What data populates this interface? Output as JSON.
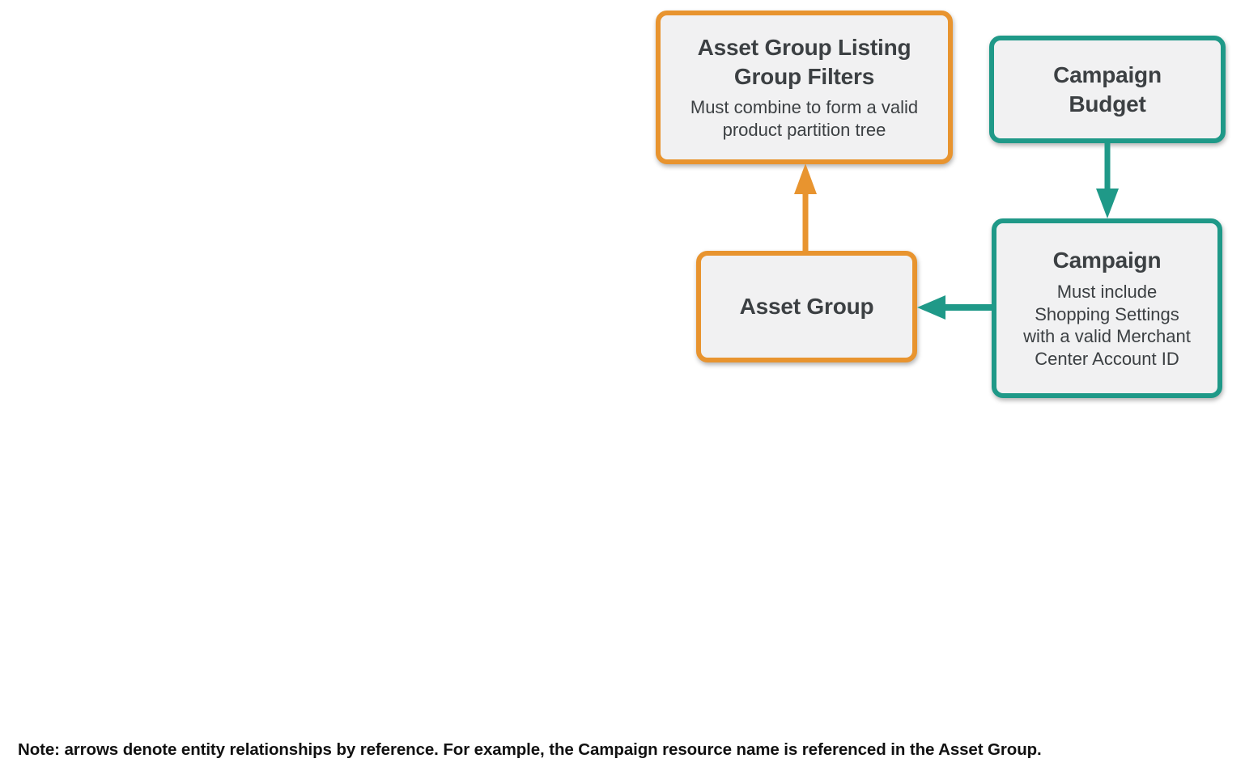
{
  "colors": {
    "orange": "#E8942F",
    "teal": "#1F9988",
    "box-bg": "#F1F1F2",
    "title-text": "#3C4043",
    "note-text": "#111111"
  },
  "diagram": {
    "boxes": {
      "listing_filters": {
        "title": "Asset Group Listing\nGroup Filters",
        "subtitle": "Must combine to form a valid\nproduct partition tree",
        "accent": "orange"
      },
      "campaign_budget": {
        "title": "Campaign\nBudget",
        "accent": "teal"
      },
      "campaign": {
        "title": "Campaign",
        "subtitle": "Must include\nShopping Settings\nwith a valid Merchant\nCenter Account ID",
        "accent": "teal"
      },
      "asset_group": {
        "title": "Asset Group",
        "accent": "orange"
      }
    },
    "arrows": [
      {
        "from": "Asset Group",
        "to": "Asset Group Listing Group Filters",
        "color": "orange",
        "direction": "up"
      },
      {
        "from": "Campaign Budget",
        "to": "Campaign",
        "color": "teal",
        "direction": "down"
      },
      {
        "from": "Campaign",
        "to": "Asset Group",
        "color": "teal",
        "direction": "left"
      }
    ]
  },
  "note": "Note: arrows denote entity relationships by reference. For example, the Campaign resource name is referenced in the Asset Group."
}
